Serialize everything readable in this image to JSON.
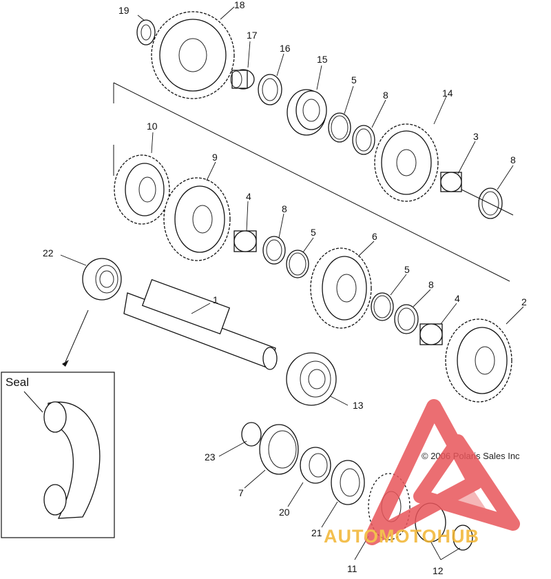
{
  "diagram": {
    "parts": [
      {
        "id": "p1",
        "number": "1"
      },
      {
        "id": "p2",
        "number": "2"
      },
      {
        "id": "p3",
        "number": "3"
      },
      {
        "id": "p4a",
        "number": "4"
      },
      {
        "id": "p4b",
        "number": "4"
      },
      {
        "id": "p5a",
        "number": "5"
      },
      {
        "id": "p5b",
        "number": "5"
      },
      {
        "id": "p5c",
        "number": "5"
      },
      {
        "id": "p6",
        "number": "6"
      },
      {
        "id": "p7",
        "number": "7"
      },
      {
        "id": "p8a",
        "number": "8"
      },
      {
        "id": "p8b",
        "number": "8"
      },
      {
        "id": "p8c",
        "number": "8"
      },
      {
        "id": "p8d",
        "number": "8"
      },
      {
        "id": "p9",
        "number": "9"
      },
      {
        "id": "p10",
        "number": "10"
      },
      {
        "id": "p11",
        "number": "11"
      },
      {
        "id": "p12",
        "number": "12"
      },
      {
        "id": "p13",
        "number": "13"
      },
      {
        "id": "p14",
        "number": "14"
      },
      {
        "id": "p15",
        "number": "15"
      },
      {
        "id": "p16",
        "number": "16"
      },
      {
        "id": "p17",
        "number": "17"
      },
      {
        "id": "p18",
        "number": "18"
      },
      {
        "id": "p19",
        "number": "19"
      },
      {
        "id": "p20",
        "number": "20"
      },
      {
        "id": "p21",
        "number": "21"
      },
      {
        "id": "p22",
        "number": "22"
      },
      {
        "id": "p23",
        "number": "23"
      }
    ],
    "detail_label": "Seal",
    "copyright": "© 2006 Polaris Sales Inc",
    "watermark": {
      "text": "AUTOMOTOHUB",
      "color": "#e8555a",
      "accent": "#f2b531"
    }
  }
}
